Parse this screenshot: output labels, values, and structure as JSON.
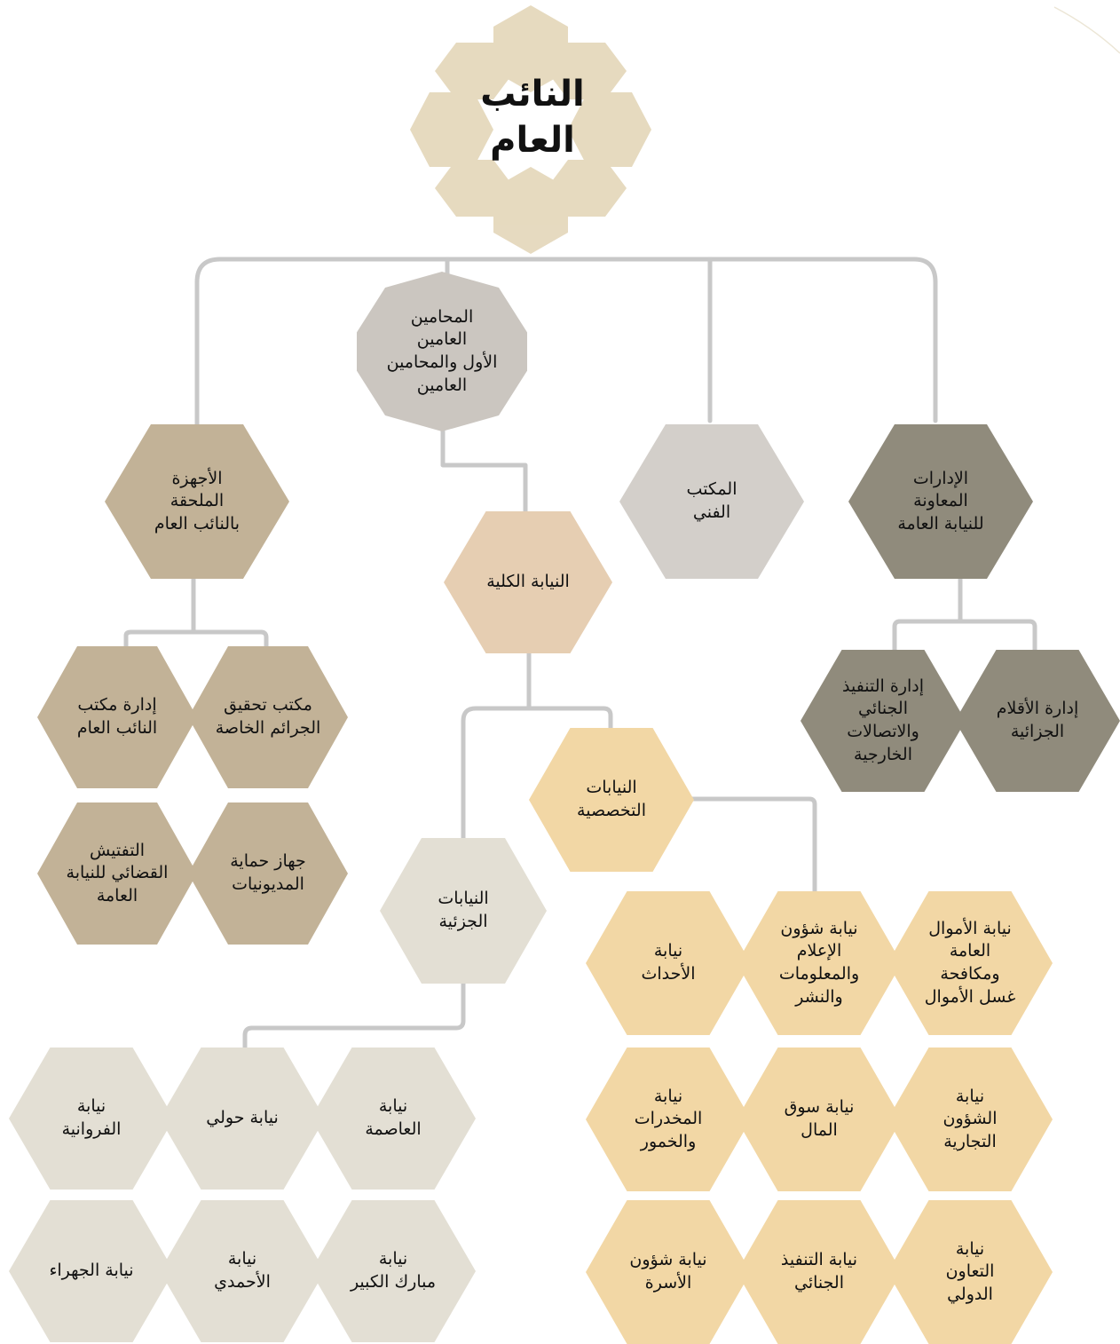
{
  "root": {
    "label": "النائب\nالعام"
  },
  "level1": {
    "lawyers": "المحامين\nالعامين\nالأول والمحامين\nالعامين",
    "attached": "الأجهزة\nالملحقة\nبالنائب العام",
    "technical_office": "المكتب\nالفني",
    "support_depts": "الإدارات\nالمعاونة\nللنيابة العامة"
  },
  "level2": {
    "general_prosecution": "النيابة الكلية"
  },
  "prosecutions": {
    "specialized": "النيابات\nالتخصصية",
    "partial": "النيابات\nالجزئية"
  },
  "attached_children": [
    "مكتب تحقيق\nالجرائم الخاصة",
    "إدارة مكتب\nالنائب العام",
    "جهاز حماية\nالمديونيات",
    "التفتيش\nالقضائي للنيابة\nالعامة"
  ],
  "support_children": [
    "إدارة الأقلام\nالجزائية",
    "إدارة التنفيذ\nالجنائي\nوالاتصالات\nالخارجية"
  ],
  "specialized_children": [
    "نيابة الأموال\nالعامة\nومكافحة\nغسل الأموال",
    "نيابة شؤون\nالإعلام\nوالمعلومات\nوالنشر",
    "نيابة\nالأحداث",
    "نيابة\nالشؤون\nالتجارية",
    "نيابة سوق\nالمال",
    "نيابة\nالمخدرات\nوالخمور",
    "نيابة\nالتعاون\nالدولي",
    "نيابة التنفيذ\nالجنائي",
    "نيابة شؤون\nالأسرة"
  ],
  "partial_children": [
    "نيابة\nالعاصمة",
    "نيابة حولي",
    "نيابة\nالفروانية",
    "نيابة\nمبارك الكبير",
    "نيابة\nالأحمدي",
    "نيابة الجهراء"
  ],
  "colors": {
    "connector": "#c8c8c8",
    "root_petal": "#dfd0ae",
    "dark": "#908b7c",
    "gray": "#d3cfca",
    "tan": "#c2b297",
    "peach": "#e6ceb2",
    "gold": "#f2d7a5",
    "pale": "#e3dfd4",
    "octagon": "#cbc6c0"
  }
}
